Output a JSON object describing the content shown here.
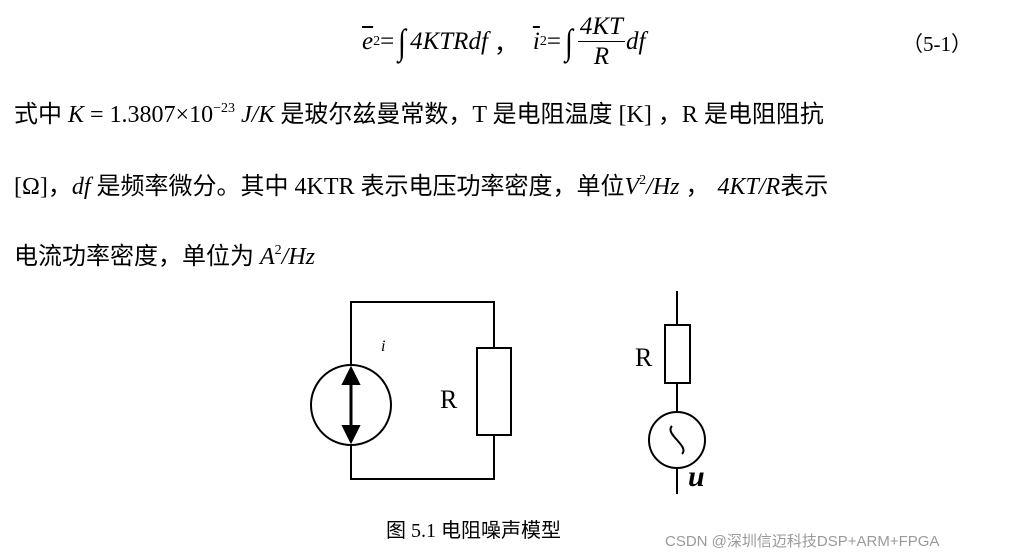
{
  "equation": {
    "e_lhs": "e",
    "e_sup": "2",
    "eq1": " = ",
    "int": "∫",
    "e_rhs": "4KTRdf",
    "sep": "，",
    "i_lhs": "i",
    "i_sup": "2",
    "eq2": " = ",
    "num": "4KT",
    "den": "R",
    "i_rhs": "df",
    "number": "（5-1）"
  },
  "para": {
    "l1a": "式中 ",
    "l1K": "K",
    "l1b": " = 1.3807×10",
    "l1exp": "−23",
    "l1unit": " J/K",
    "l1c": "  是玻尔兹曼常数，T 是电阻温度 [K] ，R 是电阻阻抗",
    "l2a": "[Ω]，",
    "l2df": "df",
    "l2b": " 是频率微分。其中 4KTR 表示电压功率密度，单位",
    "l2V": "V",
    "l2sup": "2",
    "l2unit": "/Hz",
    "l2c": " ，",
    "l2ktr": "4KT/R",
    "l2d": "表示",
    "l3a": "电流功率密度，单位为 ",
    "l3A": "A",
    "l3sup": "2",
    "l3unit": "/Hz"
  },
  "figure": {
    "current_label": "i",
    "resistor_label_left": "R",
    "resistor_label_right": "R",
    "voltage_label": "u",
    "caption": "图 5.1 电阻噪声模型"
  },
  "watermark": "CSDN @深圳信迈科技DSP+ARM+FPGA"
}
